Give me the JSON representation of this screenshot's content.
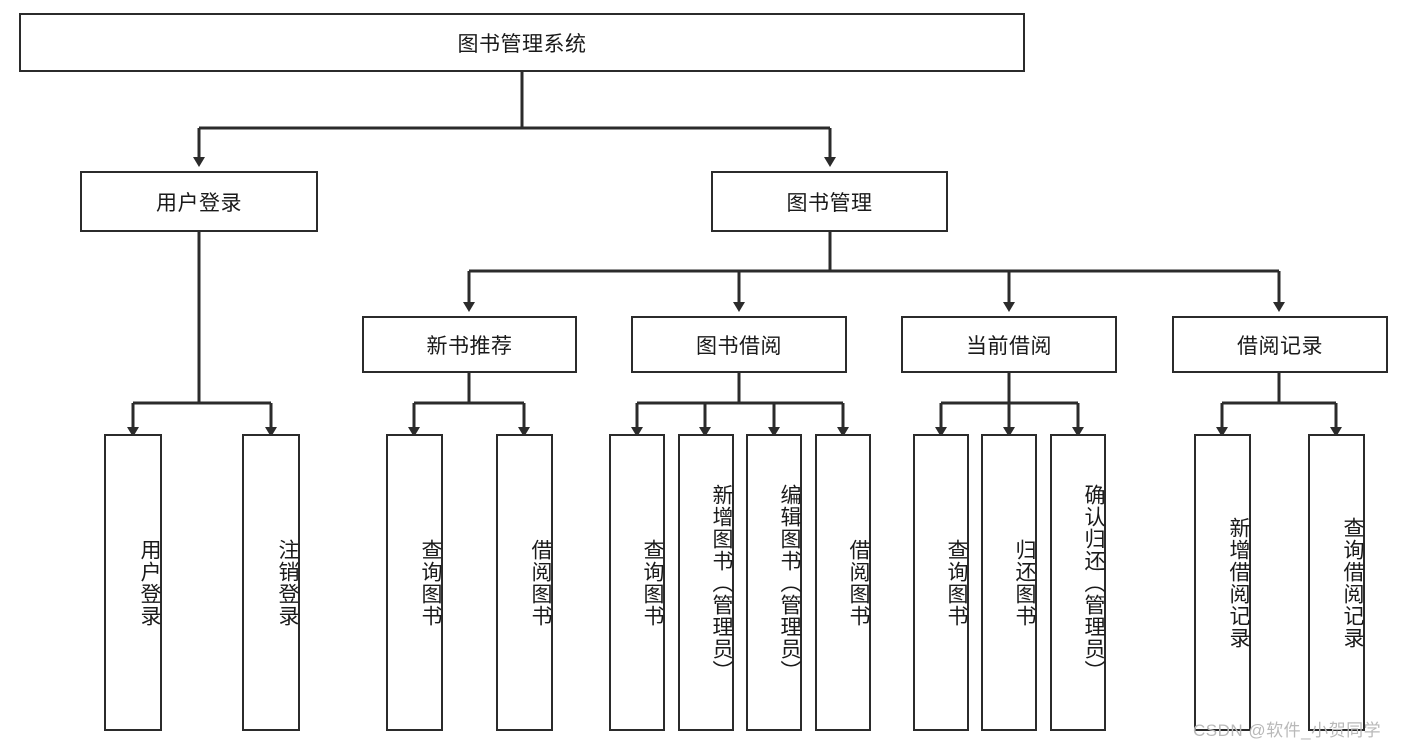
{
  "diagram": {
    "title": "图书管理系统",
    "type": "tree-hierarchy-chart",
    "root": {
      "label": "图书管理系统"
    },
    "level2": [
      {
        "label": "用户登录"
      },
      {
        "label": "图书管理"
      }
    ],
    "level3": [
      {
        "label": "新书推荐"
      },
      {
        "label": "图书借阅"
      },
      {
        "label": "当前借阅"
      },
      {
        "label": "借阅记录"
      }
    ],
    "leaves_user_login": [
      {
        "label": "用户登录"
      },
      {
        "label": "注销登录"
      }
    ],
    "leaves_new_book": [
      {
        "label": "查询图书"
      },
      {
        "label": "借阅图书"
      }
    ],
    "leaves_book_borrow": [
      {
        "label": "查询图书"
      },
      {
        "label": "新增图书（管理员）"
      },
      {
        "label": "编辑图书（管理员）"
      },
      {
        "label": "借阅图书"
      }
    ],
    "leaves_current_borrow": [
      {
        "label": "查询图书"
      },
      {
        "label": "归还图书"
      },
      {
        "label": "确认归还（管理员）"
      }
    ],
    "leaves_borrow_record": [
      {
        "label": "新增借阅记录"
      },
      {
        "label": "查询借阅记录"
      }
    ]
  },
  "watermark": {
    "text": "CSDN @软件_小贺同学"
  },
  "colors": {
    "stroke": "#2b2b2b",
    "fill": "#ffffff",
    "text": "#1a1a1a",
    "watermark": "#b9b9b9"
  }
}
